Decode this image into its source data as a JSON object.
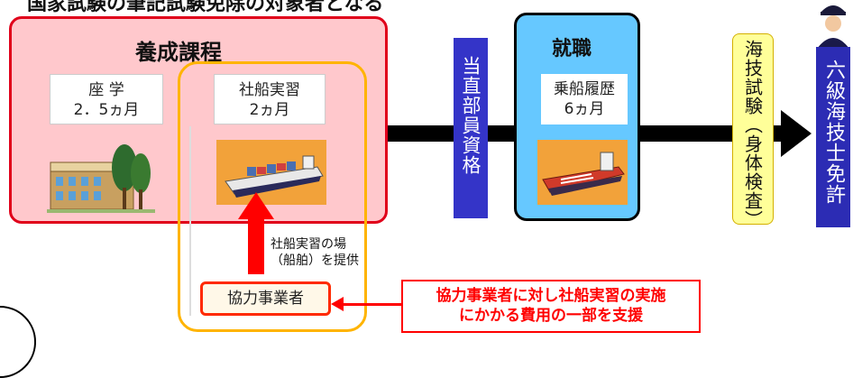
{
  "header_title": "国家試験の筆記試験免除の対象者となる",
  "training": {
    "title": "養成課程",
    "zagaku_line1": "座 学",
    "zagaku_line2": "2．5ヵ月",
    "onboard_line1": "社船実習",
    "onboard_line2": "2ヵ月"
  },
  "qualification": "当直部員資格",
  "employment": {
    "title": "就職",
    "rireki_line1": "乗船履歴",
    "rireki_line2": "6ヵ月"
  },
  "exam": "海技試験（身体検査）",
  "license": "六級海技士免許",
  "provide_line1": "社船実習の場",
  "provide_line2": "（船舶）を提供",
  "partner": "協力事業者",
  "support_line1": "協力事業者に対し社船実習の実施",
  "support_line2": "にかかる費用の一部を支援",
  "colors": {
    "training_bg": "#ffc8cc",
    "training_border": "#e0001a",
    "employment_bg": "#66c8ff",
    "qualification_bg": "#3434c8",
    "exam_bg": "#ffff99",
    "license_bg": "#2c2cb4",
    "accent_red": "#ff0000",
    "frame_orange": "#ffb400"
  }
}
